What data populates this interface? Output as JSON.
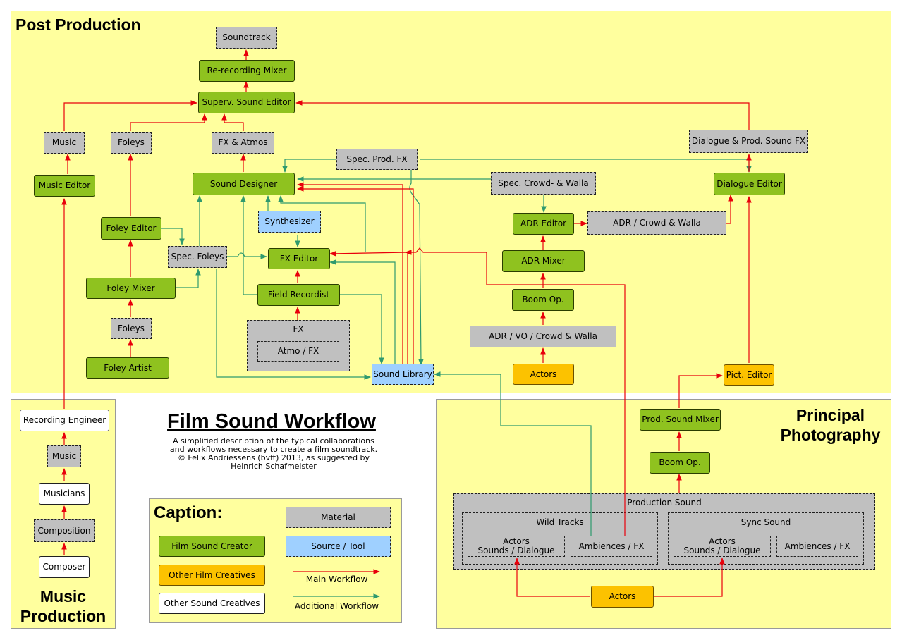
{
  "regions": {
    "post": "Post Production",
    "music": "Music\nProduction",
    "principal": "Principal\nPhotography"
  },
  "title": "Film Sound Workflow",
  "subtitle": "A simplified description of the typical collaborations\nand workflows necessary to create a film soundtrack.\n© Felix Andriessens (bvft) 2013, as suggested by\nHeinrich Schafmeister",
  "nodes": {
    "soundtrack": "Soundtrack",
    "rerecording_mixer": "Re-recording Mixer",
    "superv_sound_editor": "Superv. Sound Editor",
    "music_mat": "Music",
    "foleys_top": "Foleys",
    "fx_atmos": "FX & Atmos",
    "dialogue_prod_fx": "Dialogue & Prod. Sound FX",
    "music_editor": "Music Editor",
    "spec_prod_fx": "Spec. Prod. FX",
    "sound_designer": "Sound Designer",
    "spec_crowd_walla": "Spec. Crowd- & Walla",
    "dialogue_editor": "Dialogue Editor",
    "synthesizer": "Synthesizer",
    "foley_editor": "Foley Editor",
    "adr_editor": "ADR Editor",
    "adr_crowd_walla": "ADR / Crowd & Walla",
    "spec_foleys": "Spec. Foleys",
    "fx_editor": "FX Editor",
    "adr_mixer": "ADR Mixer",
    "foley_mixer": "Foley Mixer",
    "field_recordist": "Field Recordist",
    "boom_op_post": "Boom Op.",
    "foleys_bottom": "Foleys",
    "fx_group": "FX",
    "atmo_fx": "Atmo / FX",
    "adr_vo_crowd": "ADR / VO / Crowd & Walla",
    "foley_artist": "Foley Artist",
    "sound_library": "Sound Library",
    "actors_post": "Actors",
    "pict_editor": "Pict. Editor",
    "recording_engineer": "Recording Engineer",
    "music_mp": "Music",
    "musicians": "Musicians",
    "composition": "Composition",
    "composer": "Composer",
    "prod_sound_mixer": "Prod. Sound Mixer",
    "boom_op_pp": "Boom Op.",
    "production_sound": "Production Sound",
    "wild_tracks": "Wild Tracks",
    "sync_sound": "Sync Sound",
    "wild_actors": "Actors\nSounds / Dialogue",
    "wild_ambiences": "Ambiences / FX",
    "sync_actors": "Actors\nSounds / Dialogue",
    "sync_ambiences": "Ambiences / FX",
    "actors_pp": "Actors"
  },
  "caption": {
    "title": "Caption:",
    "material": "Material",
    "source_tool": "Source / Tool",
    "film_sound_creator": "Film Sound Creator",
    "other_film_creatives": "Other Film Creatives",
    "other_sound_creatives": "Other Sound Creatives",
    "main_workflow": "Main Workflow",
    "additional_workflow": "Additional Workflow"
  },
  "colors": {
    "background_region": "#ffff9e",
    "film_sound_creator": "#8fc21f",
    "material": "#c0c0c0",
    "source_tool": "#9fd0ff",
    "other_film_creatives": "#fcc200",
    "other_sound_creatives": "#ffffff",
    "main_workflow": "#e8000b",
    "additional_workflow": "#2f9a6e"
  }
}
